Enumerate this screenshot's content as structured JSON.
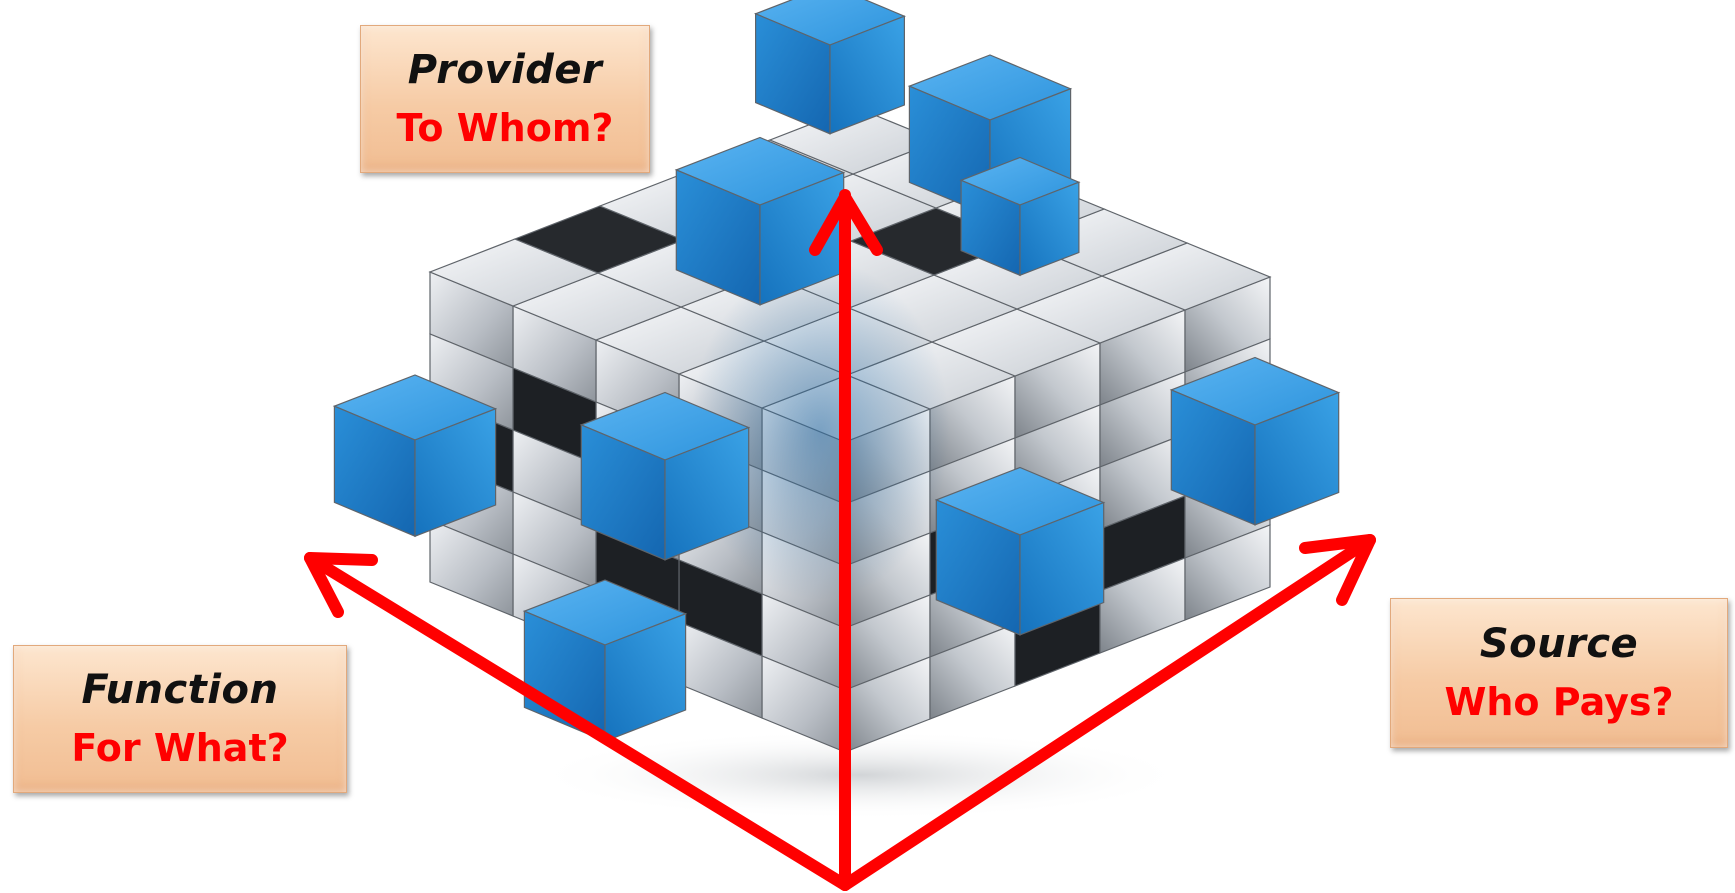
{
  "labels": {
    "provider": {
      "title": "Provider",
      "question": "To Whom?"
    },
    "function": {
      "title": "Function",
      "question": "For What?"
    },
    "source": {
      "title": "Source",
      "question": "Who Pays?"
    }
  },
  "colors": {
    "arrow": "#ff0000",
    "cube_blue": "#1e88d8",
    "cube_silver": "#d9dde2",
    "label_fill": "#f6cba5",
    "question_text": "#ff0000"
  },
  "illustration": {
    "subject": "metallic cube assembled from smaller silver and blue cubes",
    "arrows": [
      "up",
      "up-left",
      "up-right"
    ]
  }
}
